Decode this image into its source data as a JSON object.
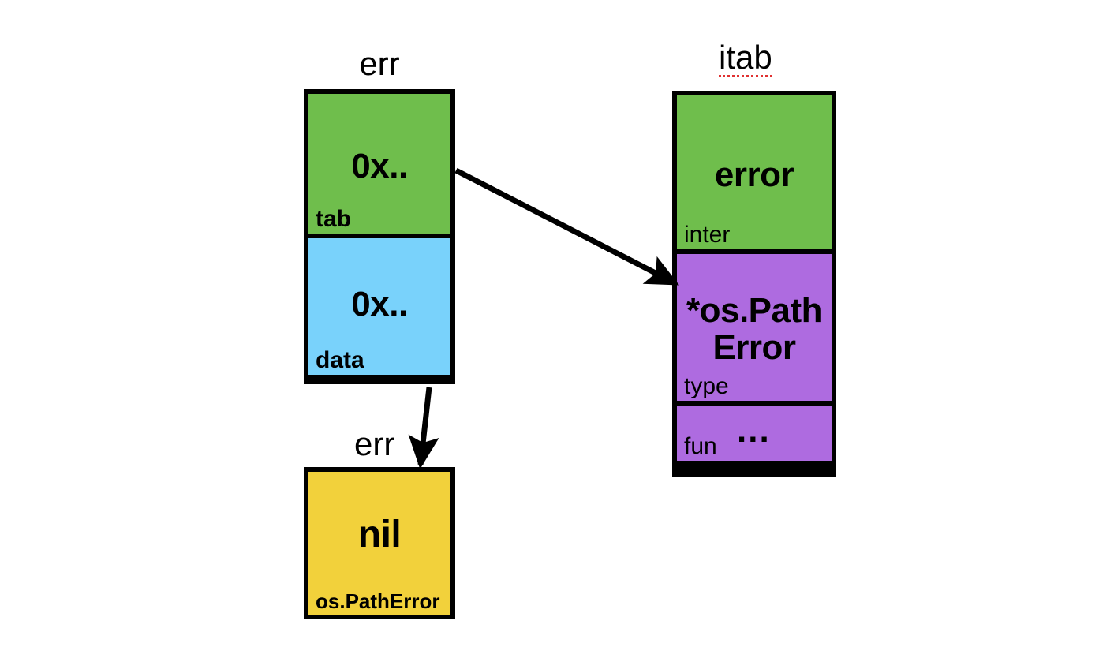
{
  "diagram": {
    "title_err_top": "err",
    "title_itab": "itab",
    "title_err_bottom": "err"
  },
  "colors": {
    "green": "#6fbe4c",
    "blue": "#79d2fb",
    "purple": "#ae6be0",
    "yellow": "#f2d13b",
    "border": "#000000",
    "background": "#ffffff",
    "spellcheck_underline": "#e03131"
  },
  "iface_struct": {
    "label": "err",
    "fields": [
      {
        "value": "0x..",
        "name": "tab",
        "color": "green"
      },
      {
        "value": "0x..",
        "name": "data",
        "color": "blue"
      }
    ]
  },
  "itab_struct": {
    "label": "itab",
    "fields": [
      {
        "value": "error",
        "name": "inter",
        "color": "green"
      },
      {
        "value_line1": "*os.Path",
        "value_line2": "Error",
        "name": "type",
        "color": "purple"
      },
      {
        "value": "...",
        "name": "fun",
        "color": "purple"
      }
    ]
  },
  "concrete_value": {
    "label": "err",
    "value": "nil",
    "type_name": "os.PathError",
    "color": "yellow"
  },
  "arrows": [
    {
      "name": "tab-to-itab",
      "from": "err.tab",
      "to": "itab.type"
    },
    {
      "name": "data-to-value",
      "from": "err.data",
      "to": "os.PathError value"
    }
  ]
}
